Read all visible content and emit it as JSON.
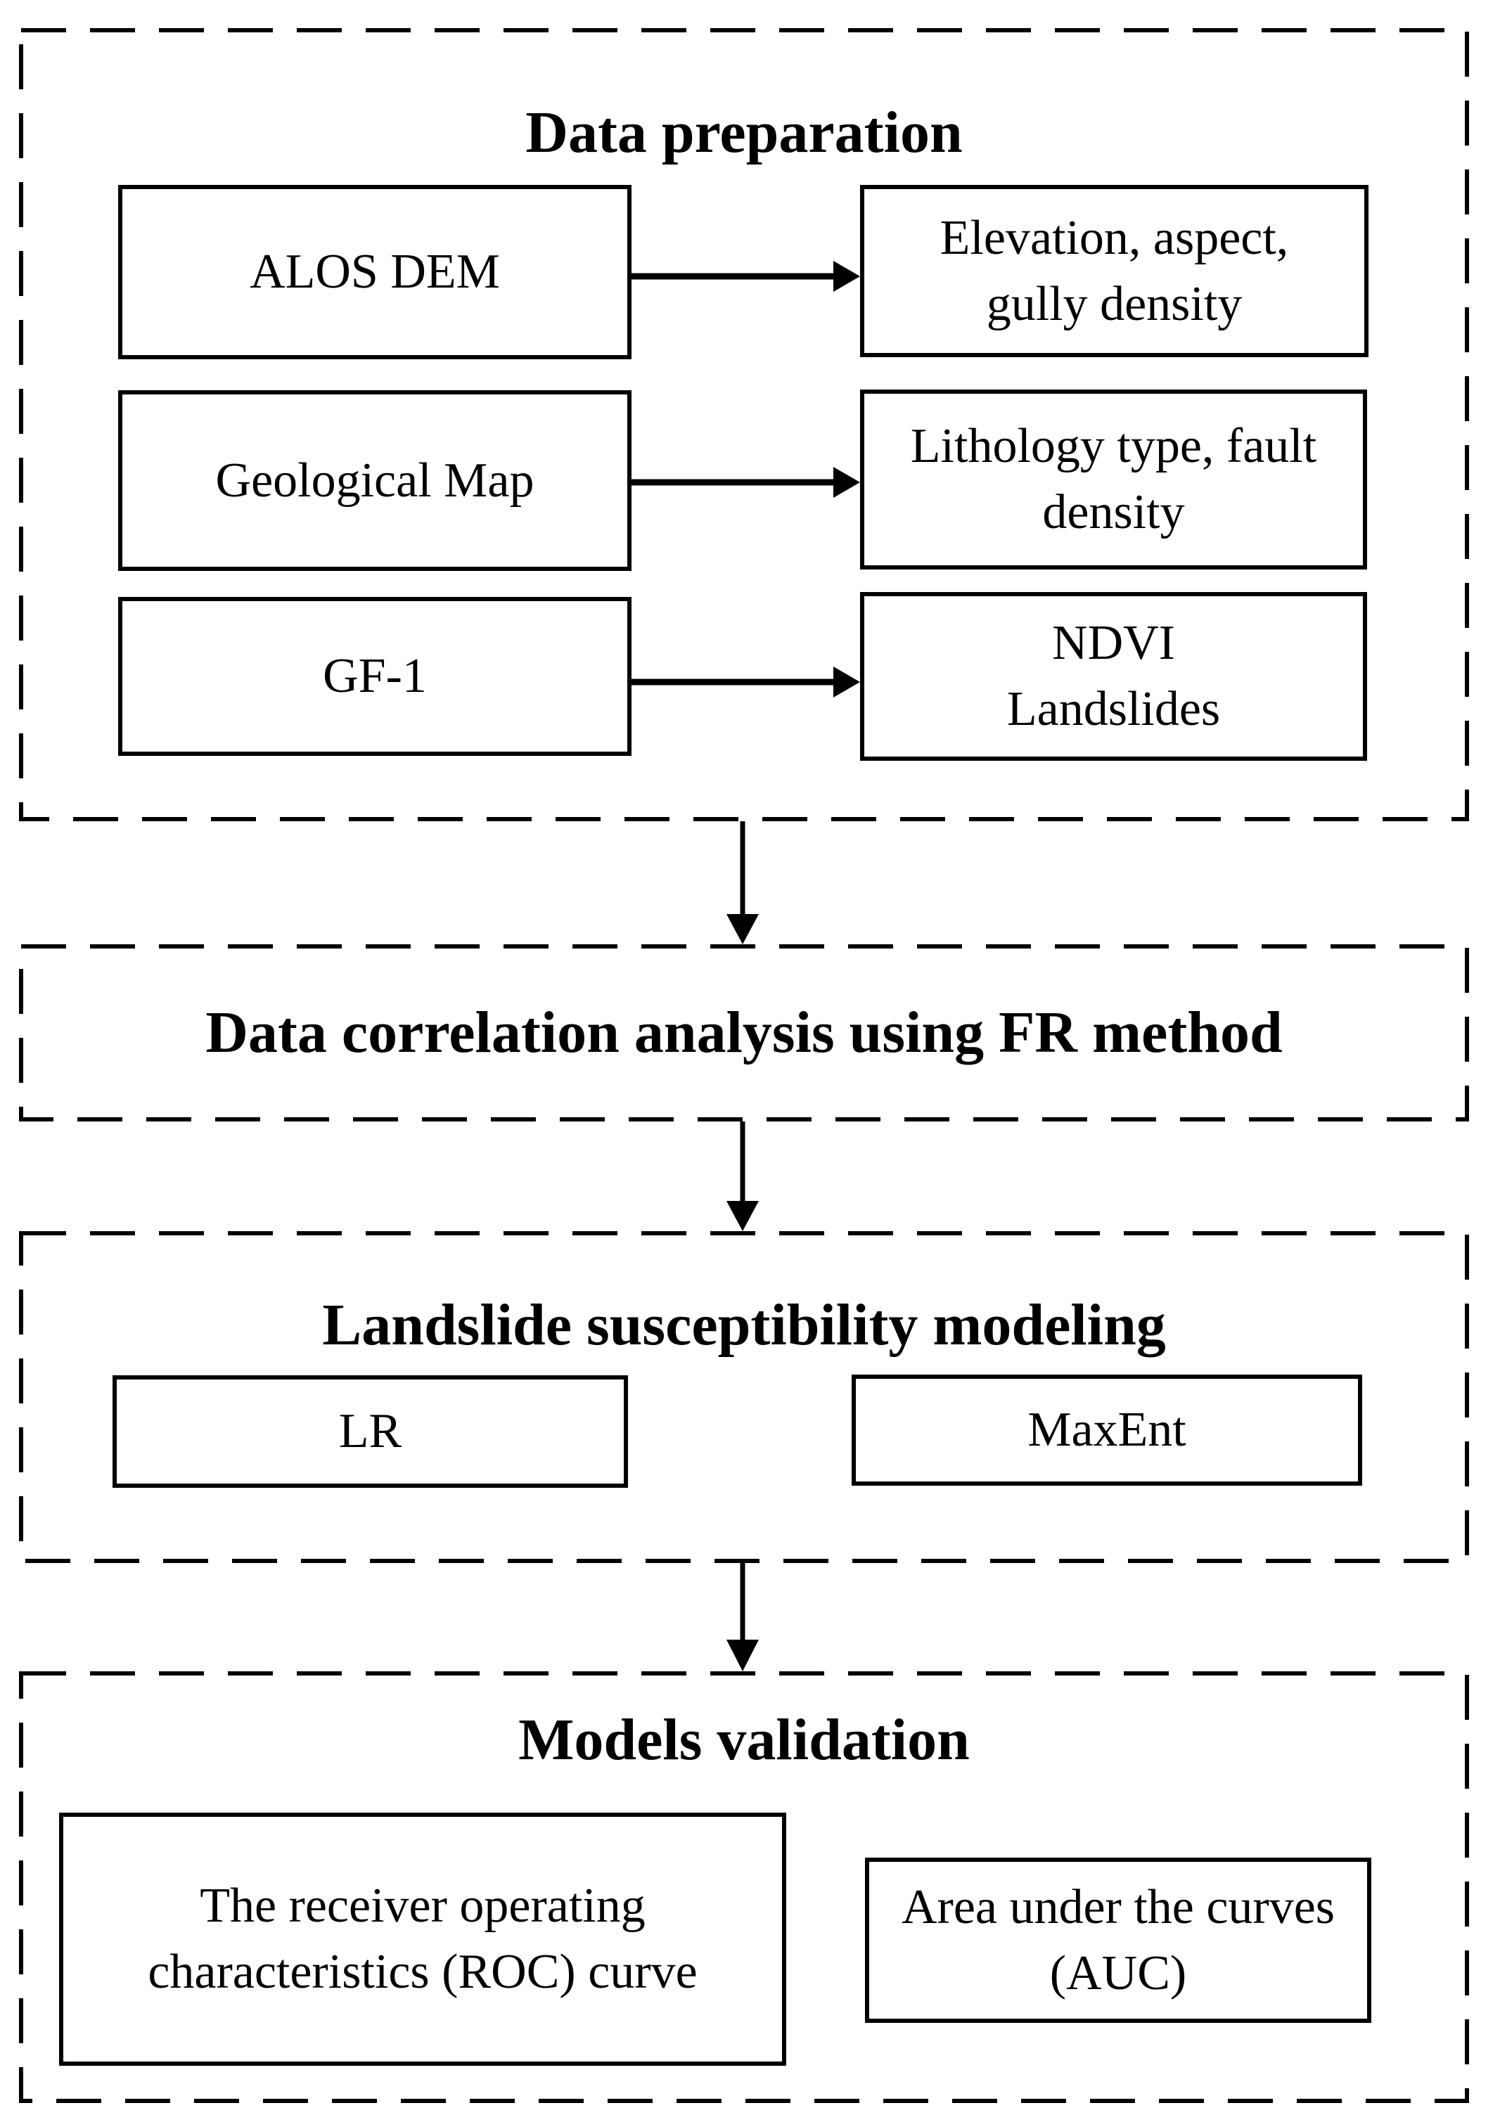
{
  "palette": {
    "ink": "#000000",
    "paper": "#ffffff"
  },
  "data_preparation": {
    "title": "Data preparation",
    "sources": [
      {
        "label": "ALOS DEM"
      },
      {
        "label": "Geological Map"
      },
      {
        "label": "GF-1"
      }
    ],
    "derived_factors": [
      {
        "label": "Elevation, aspect,\ngully density"
      },
      {
        "label": "Lithology type, fault\ndensity"
      },
      {
        "label": "NDVI\nLandslides"
      }
    ]
  },
  "correlation": {
    "title": "Data correlation analysis using FR method"
  },
  "modeling": {
    "title": "Landslide susceptibility modeling",
    "models": [
      {
        "label": "LR"
      },
      {
        "label": "MaxEnt"
      }
    ]
  },
  "validation": {
    "title": "Models validation",
    "methods": [
      {
        "label": "The receiver operating\ncharacteristics (ROC) curve"
      },
      {
        "label": "Area under the curves\n(AUC)"
      }
    ]
  }
}
